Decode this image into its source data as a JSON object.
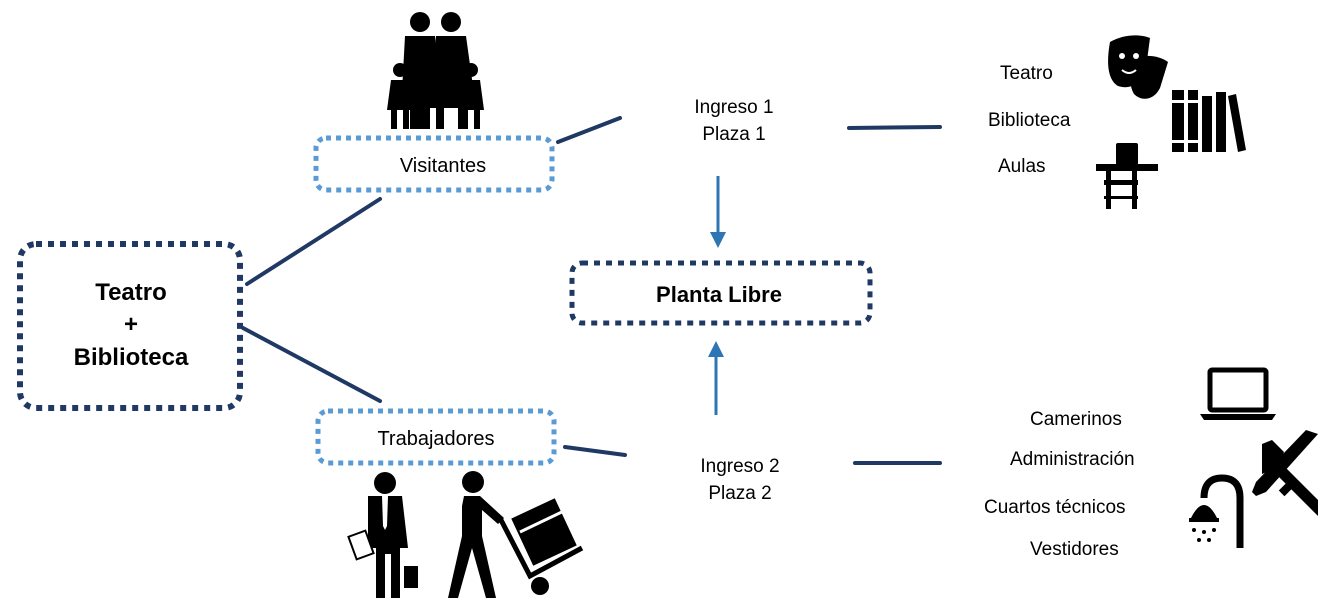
{
  "colors": {
    "navy": "#1f3864",
    "light_blue": "#5b9bd5",
    "arrow_blue": "#2e75b6",
    "icon_black": "#000000"
  },
  "main_box": {
    "line1": "Teatro",
    "line2": "+",
    "line3": "Biblioteca"
  },
  "visitors_box": {
    "label": "Visitantes"
  },
  "workers_box": {
    "label": "Trabajadores"
  },
  "center_box": {
    "label": "Planta Libre"
  },
  "entrance1": {
    "line1": "Ingreso 1",
    "line2": "Plaza 1"
  },
  "entrance2": {
    "line1": "Ingreso 2",
    "line2": "Plaza 2"
  },
  "public_spaces": {
    "items": [
      "Teatro",
      "Biblioteca",
      "Aulas"
    ]
  },
  "private_spaces": {
    "items": [
      "Camerinos",
      "Administración",
      "Cuartos técnicos",
      "Vestidores"
    ]
  },
  "icons": [
    "family-icon",
    "theater-masks-icon",
    "books-icon",
    "school-desk-icon",
    "businessman-icon",
    "delivery-worker-icon",
    "laptop-icon",
    "tools-icon",
    "shower-icon"
  ]
}
